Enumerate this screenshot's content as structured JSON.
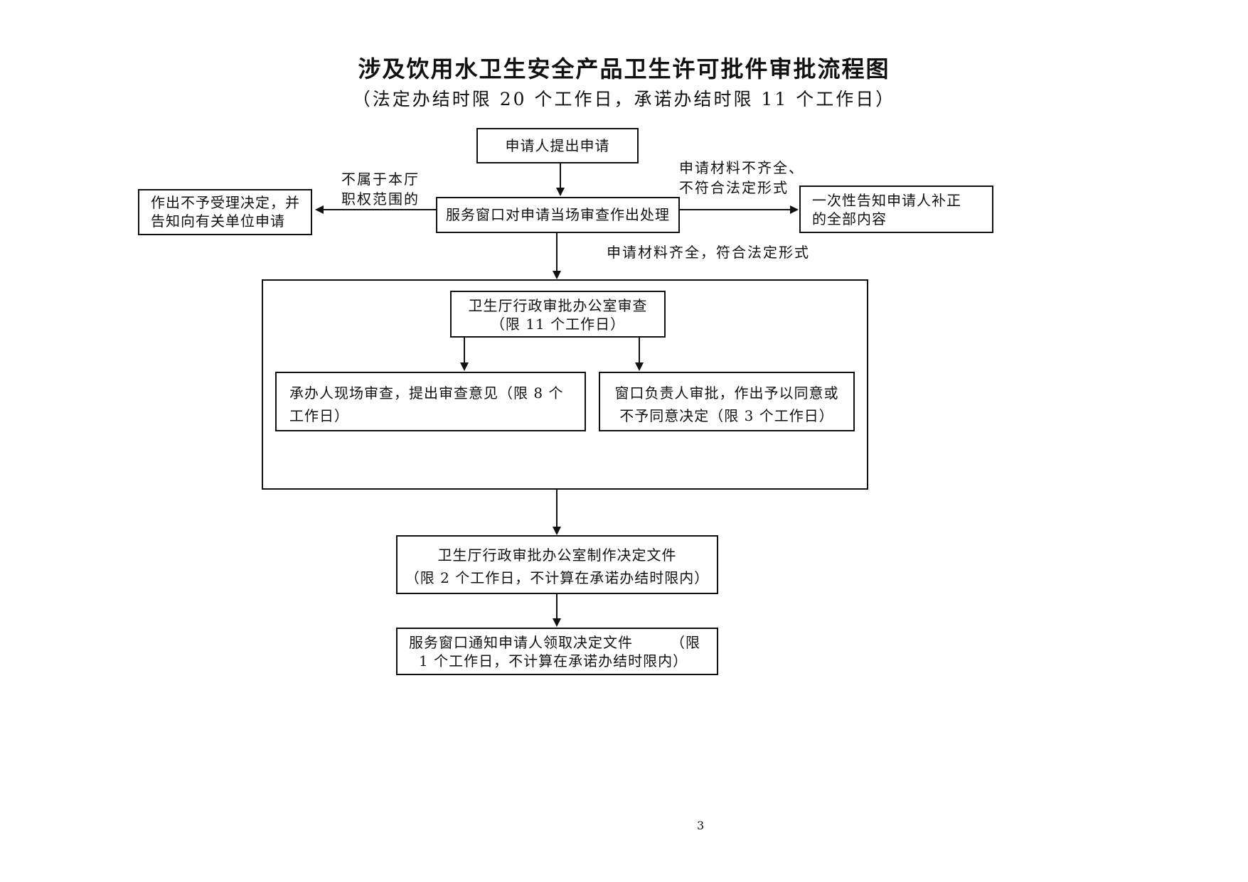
{
  "title": "涉及饮用水卫生安全产品卫生许可批件审批流程图",
  "subtitle": "（法定办结时限 20 个工作日，承诺办结时限 11 个工作日）",
  "nodes": {
    "apply": "申请人提出申请",
    "window_process": "服务窗口对申请当场审查作出处理",
    "reject": {
      "line1": "作出不予受理决定，并",
      "line2": "告知向有关单位申请"
    },
    "supplement": {
      "line1": "一次性告知申请人补正",
      "line2": "的全部内容"
    },
    "office_review": {
      "line1": "卫生厅行政审批办公室审查",
      "line2": "（限 11 个工作日）"
    },
    "onsite_review": {
      "line1": "承办人现场审查，提出审查意见（限 8 个",
      "line2": "工作日）"
    },
    "window_approval": {
      "line1": "窗口负责人审批，作出予以同意或",
      "line2": "不予同意决定（限 3 个工作日）"
    },
    "make_document": {
      "line1": "卫生厅行政审批办公室制作决定文件",
      "line2": "（限 2 个工作日，不计算在承诺办结时限内）"
    },
    "notify": {
      "line1": "服务窗口通知申请人领取决定文件　　　（限",
      "line2": "1 个工作日，不计算在承诺办结时限内）"
    }
  },
  "edge_labels": {
    "out_of_scope": {
      "line1": "不属于本厅",
      "line2": "职权范围的"
    },
    "incomplete": {
      "line1": "申请材料不齐全、",
      "line2": "不符合法定形式"
    },
    "complete": "申请材料齐全，符合法定形式"
  },
  "page_number": "3"
}
